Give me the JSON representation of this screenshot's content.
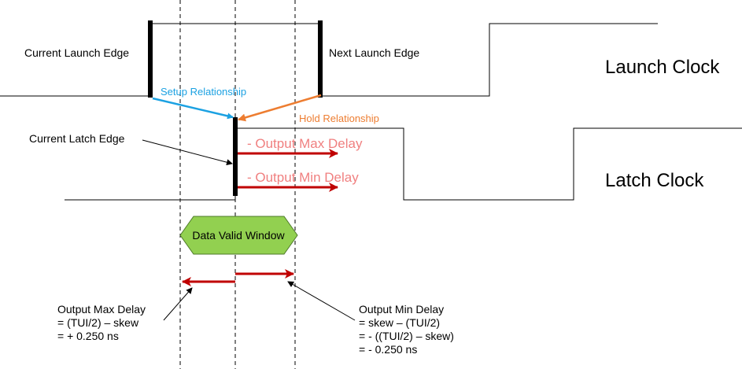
{
  "title": "Output delay timing diagram",
  "colors": {
    "waveform": "#000000",
    "setup_arrow": "#1ba1e2",
    "hold_arrow": "#ed7d31",
    "delay_arrow": "#c00000",
    "delay_text": "#f08080",
    "window_fill": "#92d050",
    "window_stroke": "#4e7a2a"
  },
  "signals": {
    "launch": "Launch Clock",
    "latch": "Latch Clock"
  },
  "labels": {
    "current_launch_edge": "Current Launch Edge",
    "next_launch_edge": "Next Launch Edge",
    "setup_relationship": "Setup Relationship",
    "hold_relationship": "Hold Relationship",
    "current_latch_edge": "Current Latch Edge",
    "output_max_delay_neg": "- Output Max Delay",
    "output_min_delay_neg": "- Output Min Delay",
    "data_valid_window": "Data Valid Window"
  },
  "formulas": {
    "max": [
      "Output Max Delay",
      "= (TUI/2) – skew",
      "= + 0.250 ns"
    ],
    "min": [
      "Output Min Delay",
      "= skew – (TUI/2)",
      "= - ((TUI/2) – skew)",
      "= - 0.250 ns"
    ]
  }
}
